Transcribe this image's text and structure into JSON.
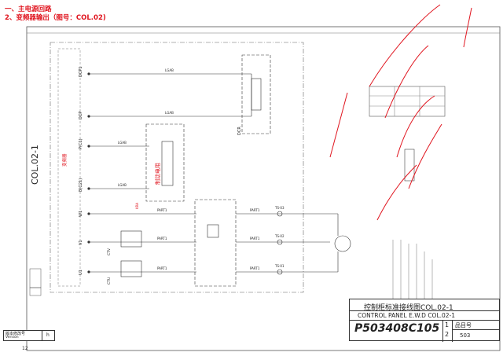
{
  "header": {
    "line1": "一、主电源回路",
    "line2": "2、变频器输出（图号：COL.02)"
  },
  "diagram": {
    "sheet_label": "COL.02-1",
    "terminals_left": [
      "DCP1",
      "DCP",
      "P(C1)",
      "B(C21)",
      "W1",
      "V1",
      "U1"
    ],
    "wire_labels": [
      "LGAB",
      "LGAB",
      "LGAB",
      "LGAB",
      "PART1",
      "PART1",
      "PART1",
      "PART1",
      "PART1",
      "PART1"
    ],
    "red_label_inverter": "变频器",
    "brake_resistor_label": "制动电阻",
    "dcr_label": "DCR",
    "ct_labels": [
      "CTV",
      "CTU"
    ],
    "motor_terminals": [
      "TS-03",
      "TS-02",
      "TS-01"
    ],
    "note_red_mark": "KRA"
  },
  "title_block": {
    "title_cn": "控制柜标准接线图COL.02-1",
    "title_en": "CONTROL PANEL E.W.D COL.02-1",
    "drawing_no": "P503408C105",
    "page_num": "1",
    "page_den": "2",
    "item_label": "品目号",
    "item_value": "503"
  },
  "version_block": {
    "label": "版本修改号",
    "sub": "Version",
    "value": "h"
  },
  "page_number": "12"
}
